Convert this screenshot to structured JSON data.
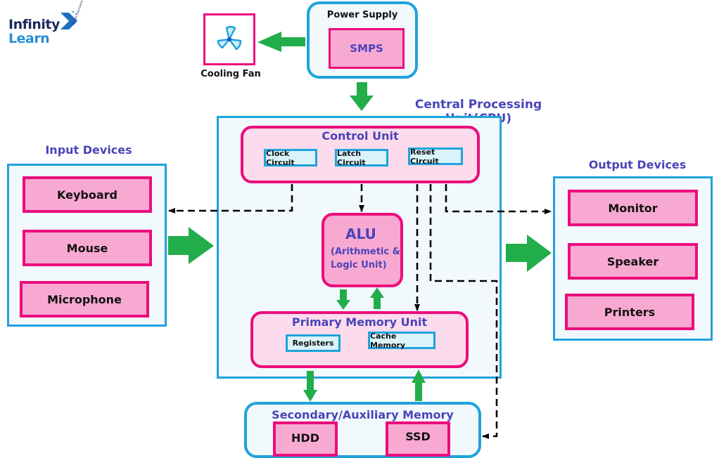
{
  "logo": {
    "line1": "Infinity",
    "line2": "Learn",
    "tagline": "BY SRI CHAITANYA"
  },
  "power_supply": {
    "title": "Power Supply",
    "smps_label": "SMPS"
  },
  "cooling_fan": {
    "label": "Cooling Fan",
    "icon": "fan-icon"
  },
  "cpu": {
    "title": "Central Processing Unit(CPU)",
    "control_unit": {
      "title": "Control Unit",
      "circuits": [
        "Clock Circuit",
        "Latch Circuit",
        "Reset Circuit"
      ]
    },
    "alu": {
      "title": "ALU",
      "subtitle_line1": "(Arithmetic &",
      "subtitle_line2": "Logic Unit)"
    },
    "primary_memory": {
      "title": "Primary Memory Unit",
      "parts": [
        "Registers",
        "Cache Memory"
      ]
    }
  },
  "input_devices": {
    "title": "Input Devices",
    "items": [
      "Keyboard",
      "Mouse",
      "Microphone"
    ]
  },
  "output_devices": {
    "title": "Output Devices",
    "items": [
      "Monitor",
      "Speaker",
      "Printers"
    ]
  },
  "secondary_memory": {
    "title": "Secondary/Auxiliary Memory",
    "items": [
      "HDD",
      "SSD"
    ]
  },
  "colors": {
    "accent_blue": "#1ea3dc",
    "accent_pink": "#ec0c7c",
    "arrow_green": "#22ad4b",
    "title_text": "#4a44b8"
  }
}
